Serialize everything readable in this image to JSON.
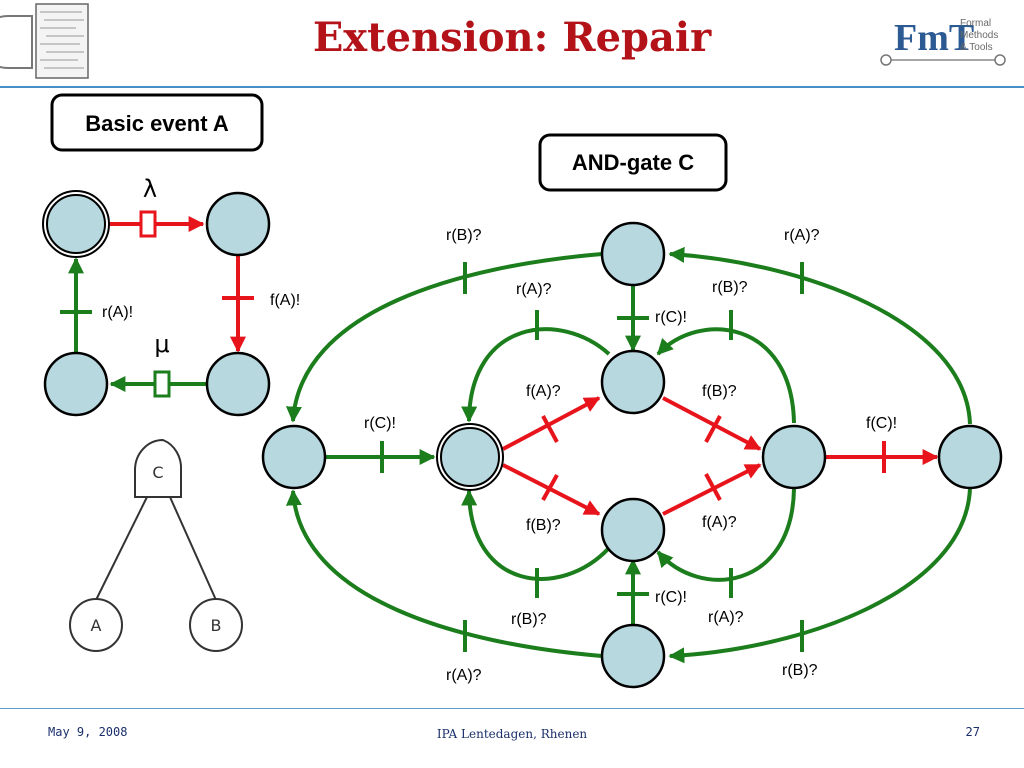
{
  "slide": {
    "title": "Extension: Repair",
    "footer_date": "May 9, 2008",
    "footer_center": "IPA Lentedagen, Rhenen",
    "page_number": "27"
  },
  "logo": {
    "mark": "FmT",
    "lines": [
      "Formal",
      "Methods",
      "& Tools"
    ]
  },
  "basic_event": {
    "box_label": "Basic event A",
    "rate_top": "λ",
    "rate_bottom": "μ",
    "label_left": "r(A)!",
    "label_right": "f(A)!"
  },
  "fault_tree": {
    "gate": "C",
    "leaves": [
      "A",
      "B"
    ]
  },
  "and_gate": {
    "box_label": "AND-gate C",
    "labels": {
      "outer_top_left": "r(B)?",
      "outer_top_right": "r(A)?",
      "inner_top_left": "r(A)?",
      "inner_top_right": "r(B)?",
      "top_down": "r(C)!",
      "left_link": "r(C)!",
      "fail_a_top": "f(A)?",
      "fail_b_top": "f(B)?",
      "fail_c": "f(C)!",
      "fail_b_bottom": "f(B)?",
      "fail_a_bottom": "f(A)?",
      "bottom_up": "r(C)!",
      "inner_bottom_left": "r(B)?",
      "inner_bottom_right": "r(A)?",
      "outer_bottom_left": "r(A)?",
      "outer_bottom_right": "r(B)?"
    }
  },
  "colors": {
    "title": "#b31218",
    "state_fill": "#b7d8df",
    "repair": "#1b7d1b",
    "fail": "#e8141b",
    "rule": "#4a90c8"
  }
}
